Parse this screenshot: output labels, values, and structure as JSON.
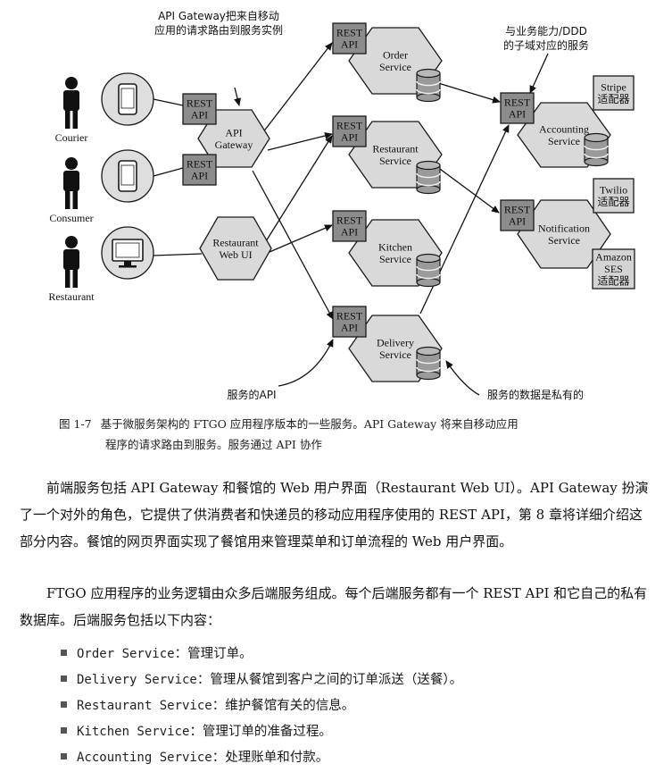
{
  "annotations": {
    "gateway_note": [
      "API Gateway把来自移动",
      "应用的请求路由到服务实例"
    ],
    "subdomain_note": [
      "与业务能力/DDD",
      "的子域对应的服务"
    ],
    "service_api": "服务的API",
    "private_data": "服务的数据是私有的"
  },
  "actors": [
    {
      "id": "courier",
      "label": "Courier",
      "device": "phone"
    },
    {
      "id": "consumer",
      "label": "Consumer",
      "device": "phone"
    },
    {
      "id": "restaurant",
      "label": "Restaurant",
      "device": "monitor"
    }
  ],
  "rest_api_label": [
    "REST",
    "API"
  ],
  "gateway": {
    "label": [
      "API",
      "Gateway"
    ]
  },
  "webui": {
    "label": [
      "Restaurant",
      "Web UI"
    ]
  },
  "services": [
    {
      "id": "order",
      "label": [
        "Order",
        "Service"
      ]
    },
    {
      "id": "restaurant",
      "label": [
        "Restaurant",
        "Service"
      ]
    },
    {
      "id": "kitchen",
      "label": [
        "Kitchen",
        "Service"
      ]
    },
    {
      "id": "delivery",
      "label": [
        "Delivery",
        "Service"
      ]
    },
    {
      "id": "accounting",
      "label": [
        "Accounting",
        "Service"
      ]
    },
    {
      "id": "notification",
      "label": [
        "Notification",
        "Service"
      ]
    }
  ],
  "adapters": [
    {
      "id": "stripe",
      "label": [
        "Stripe",
        "适配器"
      ]
    },
    {
      "id": "twilio",
      "label": [
        "Twilio",
        "适配器"
      ]
    },
    {
      "id": "amazon-ses",
      "label": [
        "Amazon",
        "SES",
        "适配器"
      ]
    }
  ],
  "caption": {
    "fig": "图 1-7",
    "line1": "基于微服务架构的 FTGO 应用程序版本的一些服务。API Gateway 将来自移动应用",
    "line2": "程序的请求路由到服务。服务通过 API 协作"
  },
  "paragraphs": [
    "前端服务包括 API Gateway 和餐馆的 Web 用户界面（Restaurant Web UI）。API Gateway 扮演了一个对外的角色，它提供了供消费者和快递员的移动应用程序使用的 REST API，第 8 章将详细介绍这部分内容。餐馆的网页界面实现了餐馆用来管理菜单和订单流程的 Web 用户界面。",
    "FTGO 应用程序的业务逻辑由众多后端服务组成。每个后端服务都有一个 REST API 和它自己的私有数据库。后端服务包括以下内容："
  ],
  "bullets": [
    {
      "code": "Order Service",
      "desc": "：管理订单。"
    },
    {
      "code": "Delivery Service",
      "desc": "：管理从餐馆到客户之间的订单派送（送餐）。"
    },
    {
      "code": "Restaurant Service",
      "desc": "：维护餐馆有关的信息。"
    },
    {
      "code": "Kitchen Service",
      "desc": "：管理订单的准备过程。"
    },
    {
      "code": "Accounting Service",
      "desc": "：处理账单和付款。"
    }
  ],
  "colors": {
    "hexagon": "#d9d9d9",
    "rest_box": "#8c8c8c",
    "adapter": "#d4d4d4",
    "circle": "#dedede",
    "stroke": "#1a1a1a"
  }
}
